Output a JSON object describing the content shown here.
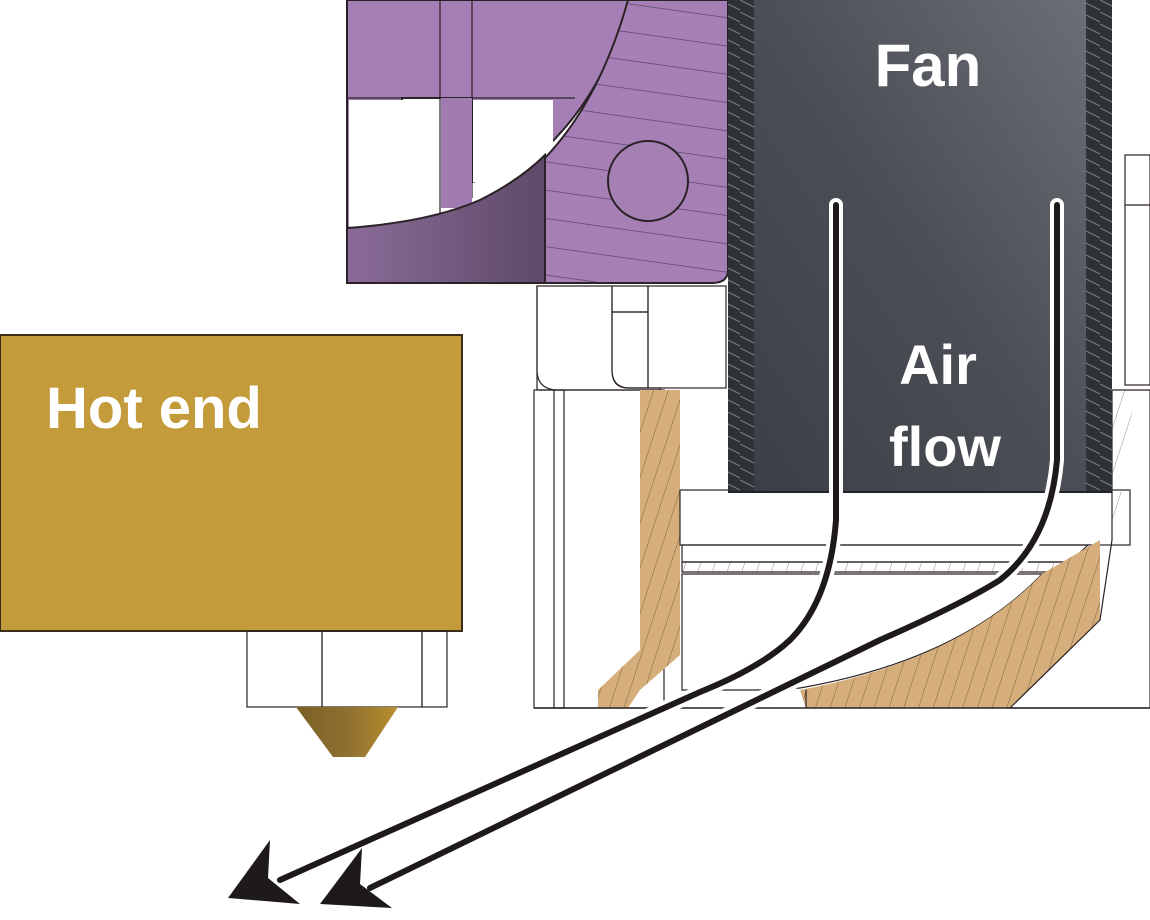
{
  "diagram": {
    "title": "Part-cooling fan duct cross-section",
    "labels": {
      "fan": "Fan",
      "airflow_line1": "Air",
      "airflow_line2": "flow",
      "hotend": "Hot end"
    },
    "components": [
      {
        "id": "fan",
        "label": "Fan",
        "color": "#4a4e54"
      },
      {
        "id": "fan-mount",
        "color": "#a67fb6"
      },
      {
        "id": "duct",
        "color": "#d2aa78"
      },
      {
        "id": "hotend",
        "label": "Hot end",
        "color": "#c49b3a"
      },
      {
        "id": "nozzle",
        "color": "#dcae3e"
      }
    ],
    "arrows": {
      "count": 2,
      "direction": "down-left toward nozzle tip"
    },
    "colors": {
      "fan_body": "#4a4e54",
      "fan_wall": "#2e3236",
      "mount_purple": "#a67fb6",
      "mount_dark": "#5d4866",
      "duct_tan": "#d2aa78",
      "duct_shadow": "#98784f",
      "duct_slot": "#f8e3b0",
      "hotend_gold": "#c49b3a",
      "nozzle_light": "#dcae3e",
      "nozzle_dark": "#7d6428",
      "outline": "#2a2226",
      "arrow": "#1e1a1c"
    }
  }
}
